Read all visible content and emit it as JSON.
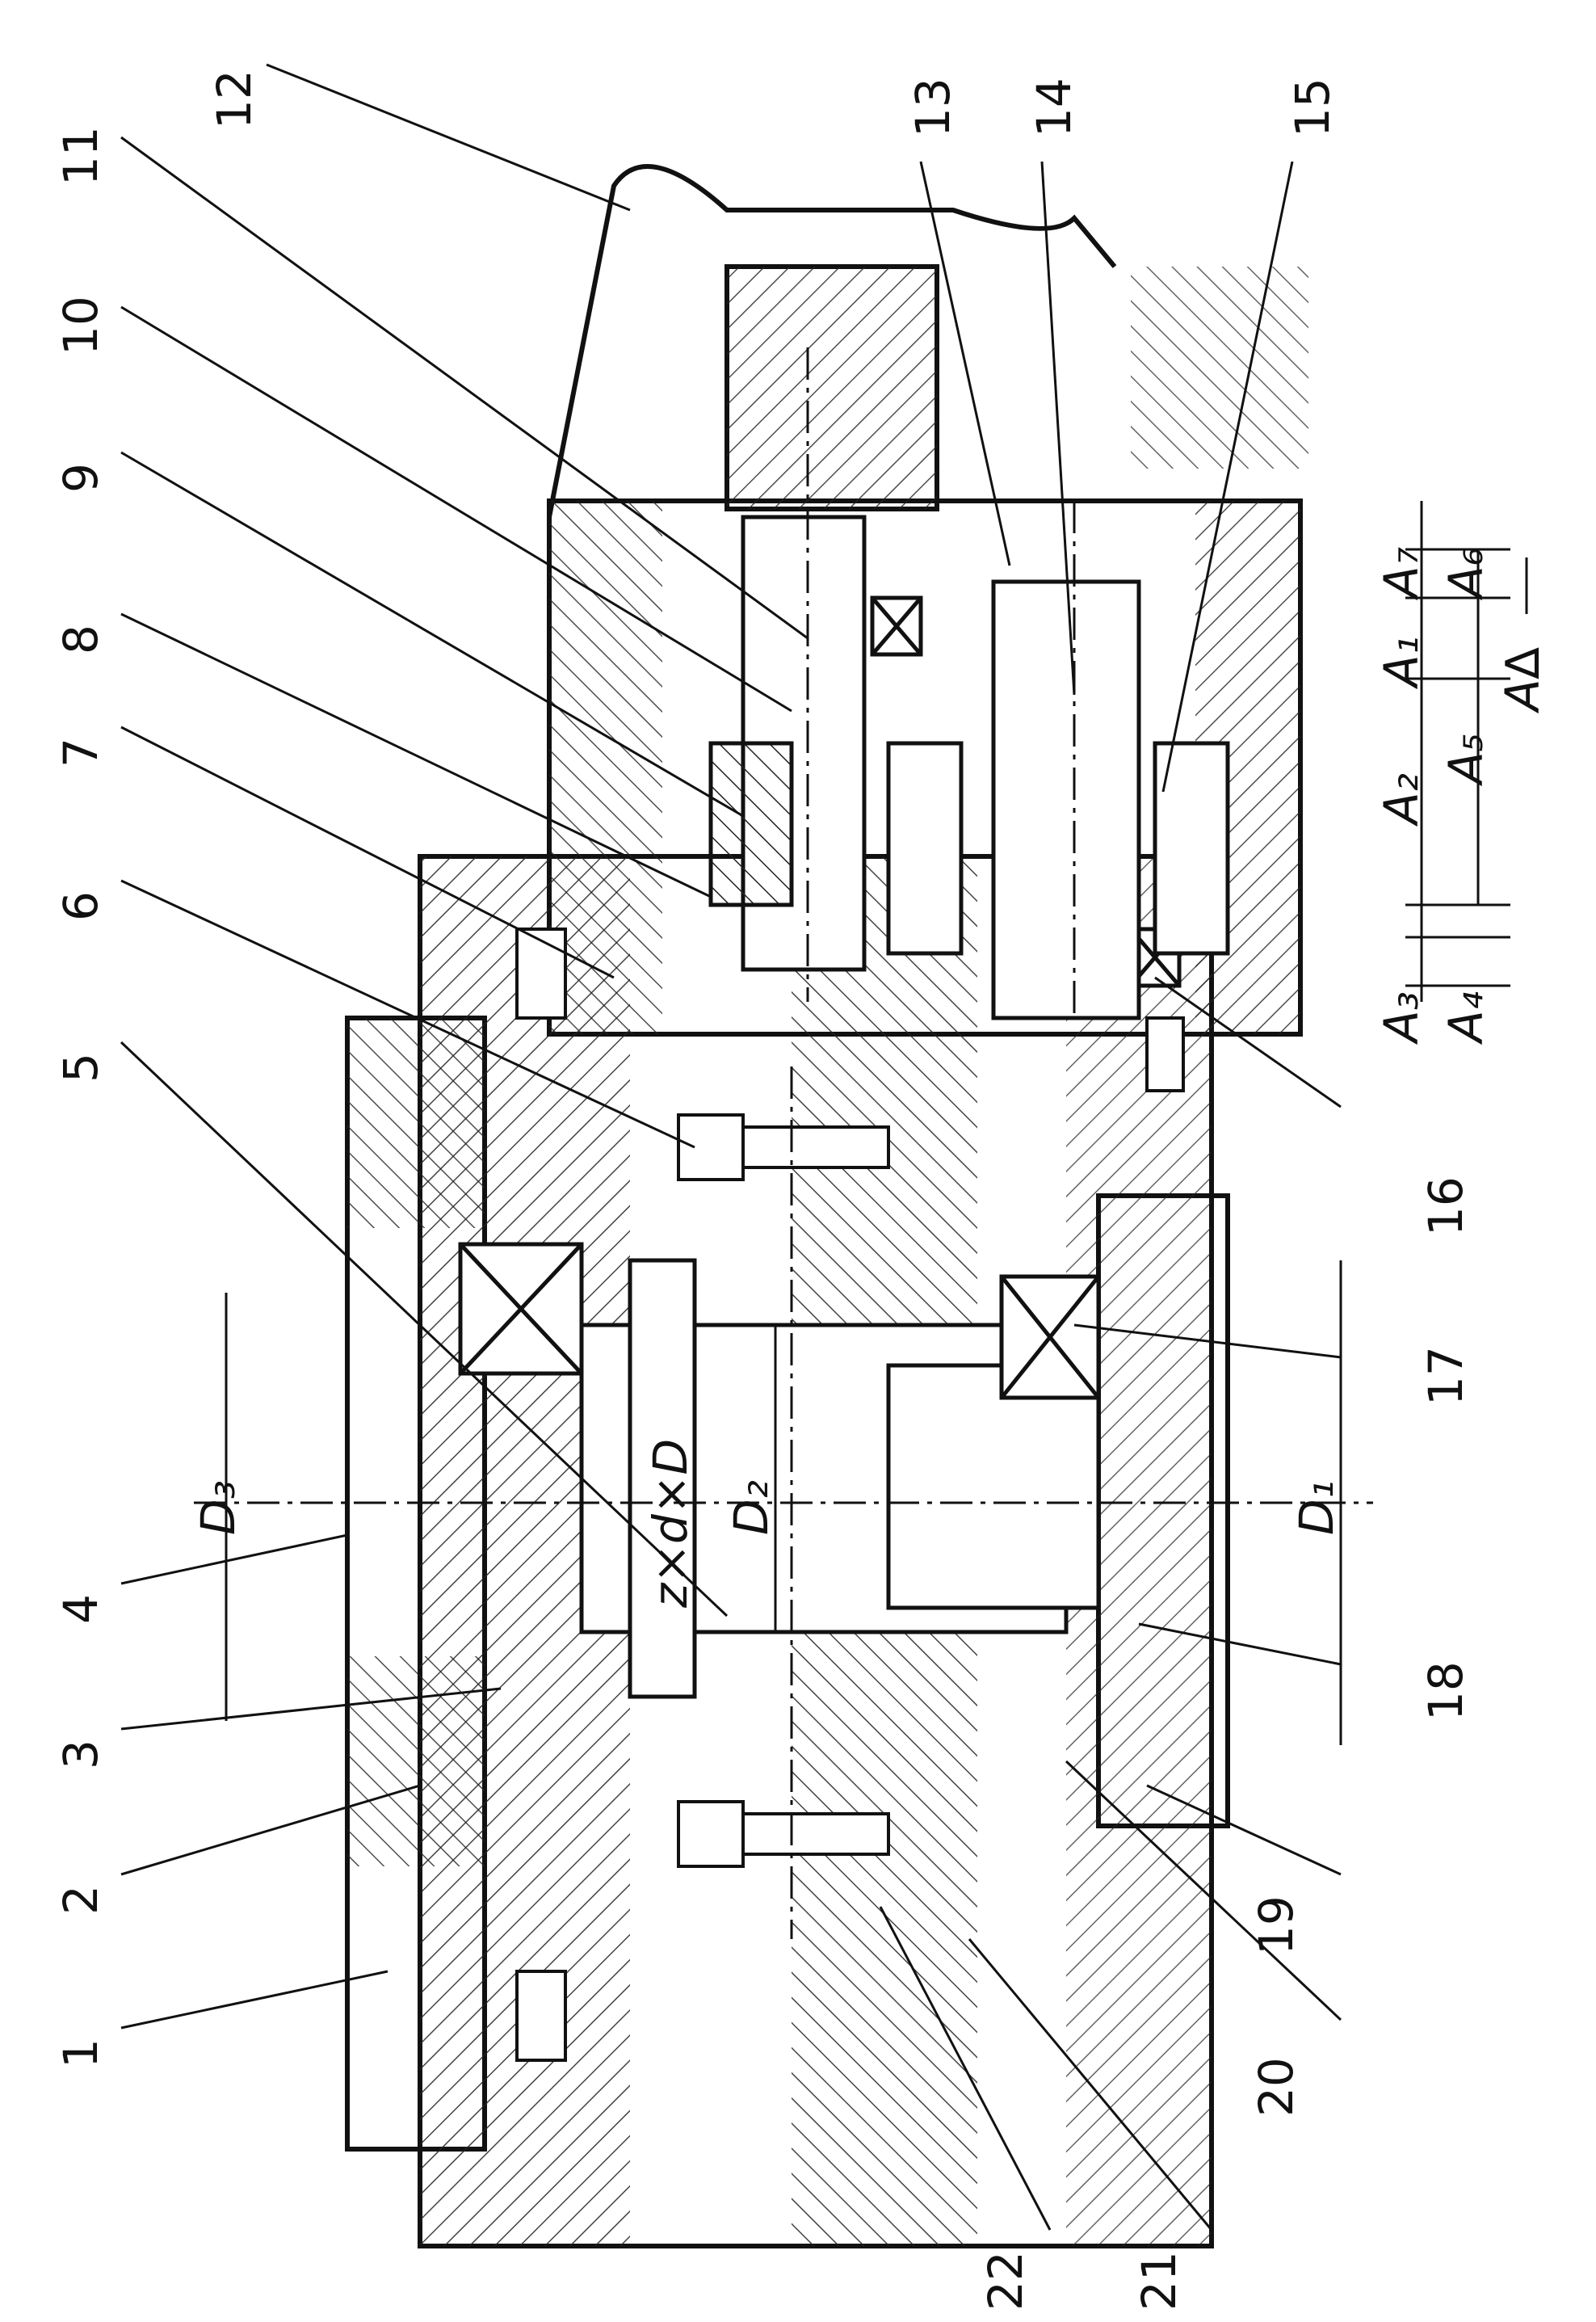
{
  "drawing": {
    "part_labels": [
      "1",
      "2",
      "3",
      "4",
      "5",
      "6",
      "7",
      "8",
      "9",
      "10",
      "11",
      "12",
      "13",
      "14",
      "15",
      "16",
      "17",
      "18",
      "19",
      "20",
      "21",
      "22"
    ],
    "dimension_labels": {
      "D1": "D₁",
      "D2": "D₂",
      "D3": "D₃",
      "spline": "z×d×D",
      "A1": "A₁",
      "A2": "A₂",
      "A3": "A₃",
      "A4": "A₄",
      "A5": "A₅",
      "A6": "A₆",
      "A7": "A₇",
      "Adelta": "A∆"
    },
    "colors": {
      "ink": "#111111",
      "paper": "#ffffff",
      "hatch": "#222222"
    }
  }
}
